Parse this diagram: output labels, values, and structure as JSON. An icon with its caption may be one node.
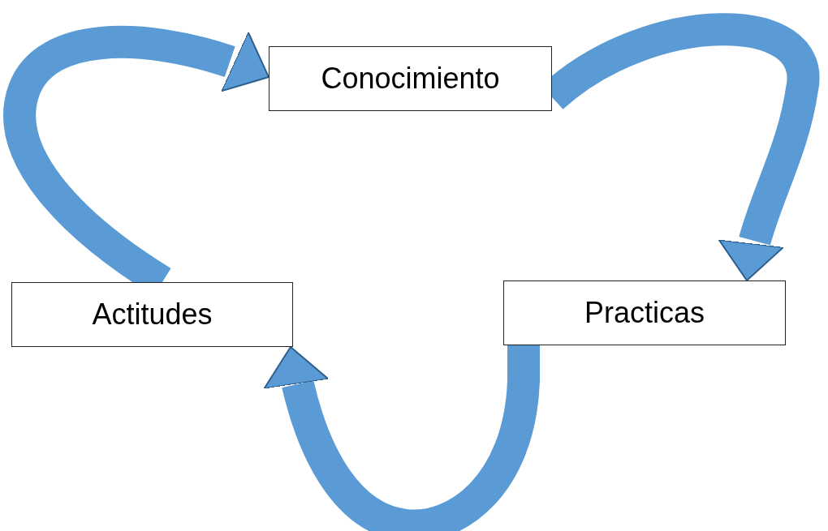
{
  "diagram": {
    "nodes": [
      {
        "text": [
          "Conocimiento"
        ]
      },
      {
        "text": [
          "Practicas"
        ]
      },
      {
        "text": [
          "Actitudes"
        ]
      }
    ],
    "edges": [
      {
        "from": 0,
        "to": 1,
        "arrow": "to"
      },
      {
        "from": 1,
        "to": 2,
        "arrow": "to"
      },
      {
        "from": 2,
        "to": 0,
        "arrow": "to"
      }
    ]
  }
}
